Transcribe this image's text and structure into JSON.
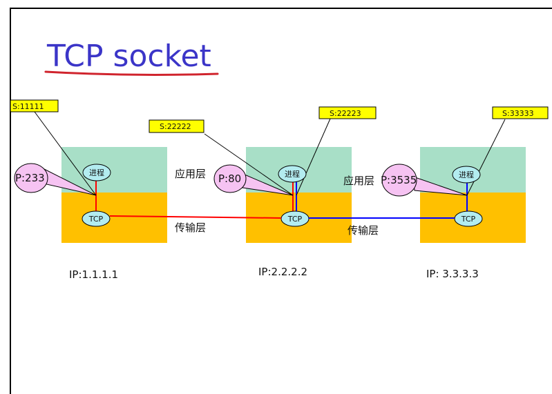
{
  "title": "TCP socket",
  "colors": {
    "title": "#3b35c8",
    "underline": "#d0242d",
    "app_layer": "#a8dfc7",
    "transport_layer": "#ffc000",
    "node_fill": "#b3ecf0",
    "port_fill": "#f6c3f2",
    "tag_fill": "#ffff00",
    "link_red": "#ff0000",
    "link_blue": "#0000ff"
  },
  "layer_labels": {
    "app": "应用层",
    "transport": "传输层"
  },
  "hosts": [
    {
      "id": "host-1",
      "ip": "IP:1.1.1.1",
      "process_label": "进程",
      "tcp_label": "TCP",
      "port": "P:233",
      "socket_tag": "S:11111"
    },
    {
      "id": "host-2",
      "ip": "IP:2.2.2.2",
      "process_label": "进程",
      "tcp_label": "TCP",
      "port": "P:80",
      "socket_tags": [
        "S:22222",
        "S:22223"
      ]
    },
    {
      "id": "host-3",
      "ip": "IP: 3.3.3.3",
      "process_label": "进程",
      "tcp_label": "TCP",
      "port": "P:3535",
      "socket_tag": "S:33333"
    }
  ],
  "connections": [
    {
      "from": "host-1",
      "to": "host-2",
      "color": "#ff0000"
    },
    {
      "from": "host-2",
      "to": "host-3",
      "color": "#0000ff"
    }
  ]
}
